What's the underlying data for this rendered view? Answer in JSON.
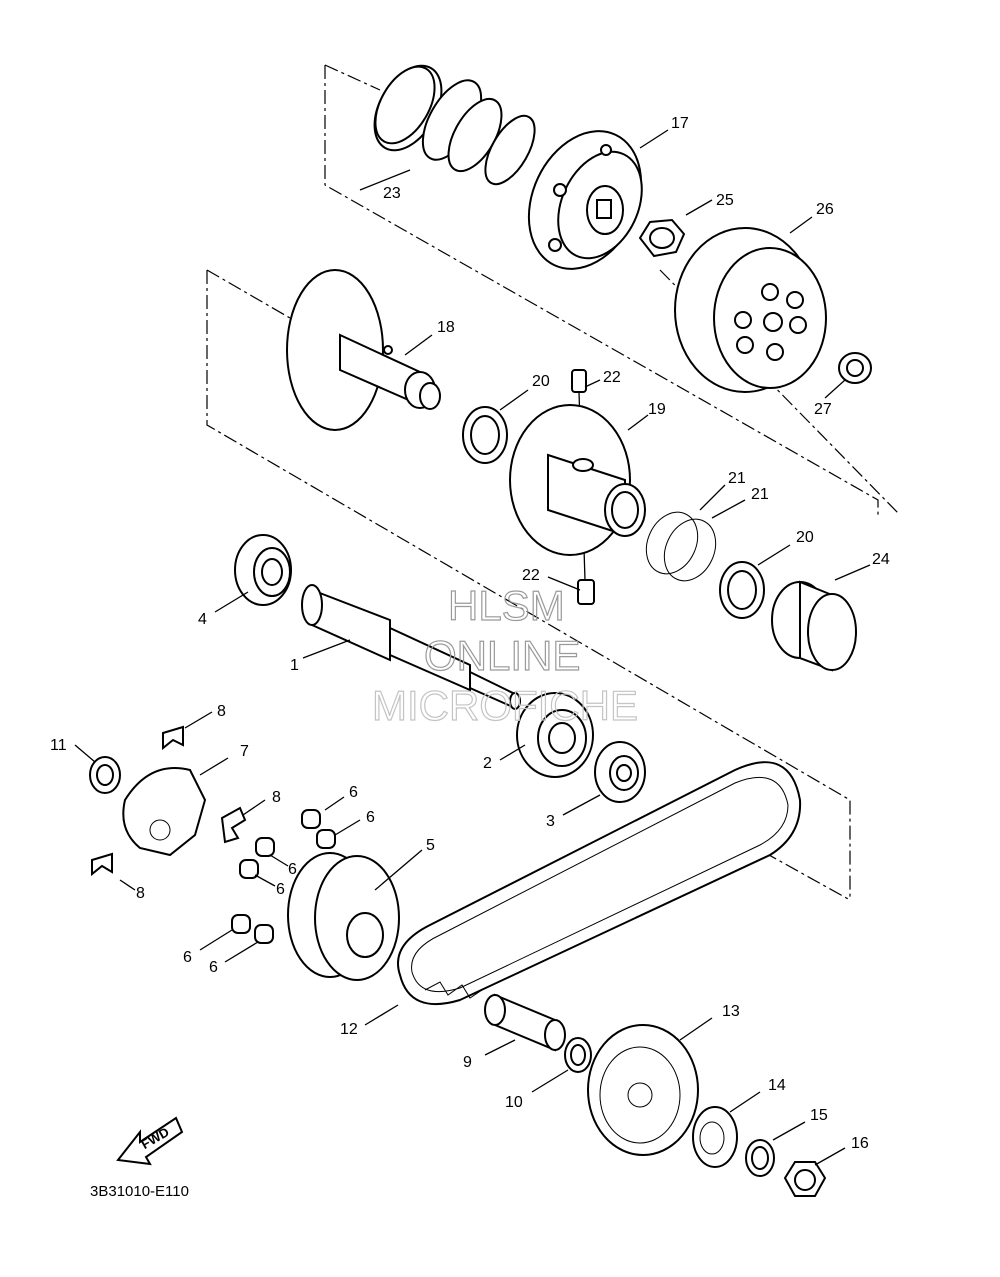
{
  "diagram_code": "3B31010-E110",
  "fwd_label": "FWD",
  "watermark": [
    "HLSM",
    "ONLINE",
    "MICROFICHE"
  ],
  "callouts": [
    "1",
    "2",
    "3",
    "4",
    "5",
    "6",
    "6",
    "6",
    "6",
    "6",
    "6",
    "7",
    "8",
    "8",
    "8",
    "9",
    "10",
    "11",
    "12",
    "13",
    "14",
    "15",
    "16",
    "17",
    "18",
    "19",
    "20",
    "20",
    "21",
    "21",
    "22",
    "22",
    "23",
    "24",
    "25",
    "26",
    "27"
  ]
}
